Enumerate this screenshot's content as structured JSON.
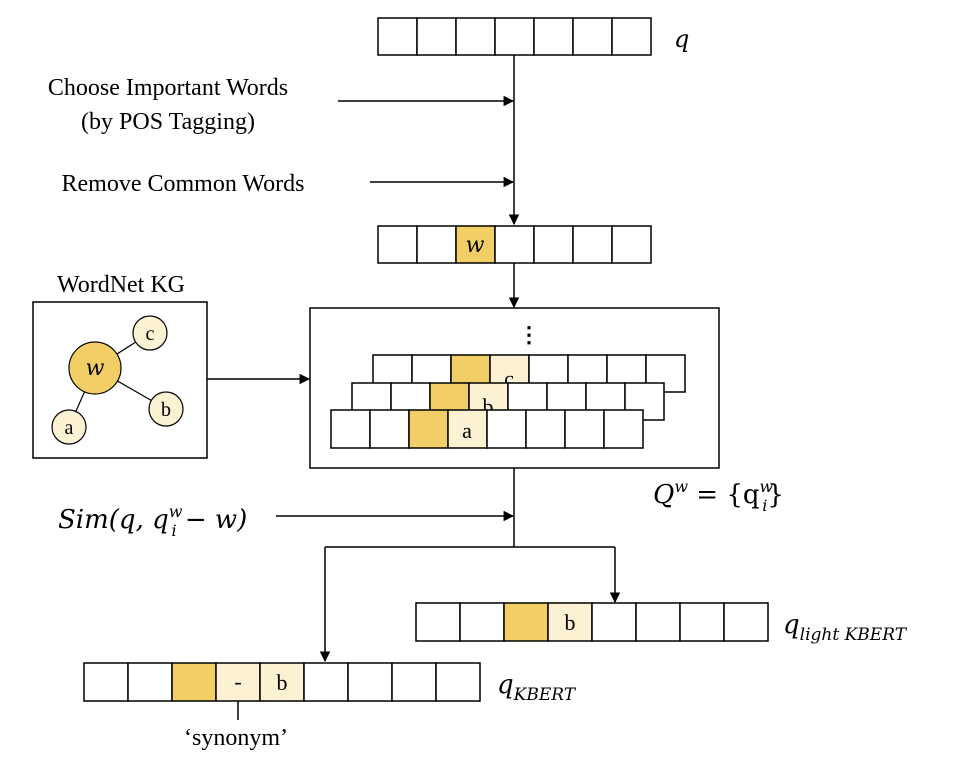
{
  "labels": {
    "q": "q",
    "step1_line1": "Choose Important Words",
    "step1_line2": "(by POS Tagging)",
    "step2": "Remove Common Words",
    "kg_title": "WordNet KG",
    "dots": "⋮",
    "sim_main": "Sim(q, q",
    "sim_sup": "w",
    "sim_sub": "i",
    "sim_tail": " − w)",
    "Qw_main": "Q",
    "Qw_sup": "w",
    "Qw_eq": " = {q",
    "Qw_elem_sup": "w",
    "Qw_elem_sub": "i",
    "Qw_close": "}",
    "q_light_main": "q",
    "q_light_sub": "light KBERT",
    "q_kbert_main": "q",
    "q_kbert_sub": "KBERT",
    "synonym": "‘synonym’"
  },
  "tokens": {
    "w": "w",
    "a": "a",
    "b": "b",
    "c": "c",
    "dash": "-"
  },
  "graph_nodes": {
    "center": "w",
    "n1": "c",
    "n2": "a",
    "n3": "b"
  },
  "colors": {
    "highlight": "#F2CF66",
    "light": "#FCF1D3",
    "stroke": "#000000",
    "background": "#ffffff"
  }
}
